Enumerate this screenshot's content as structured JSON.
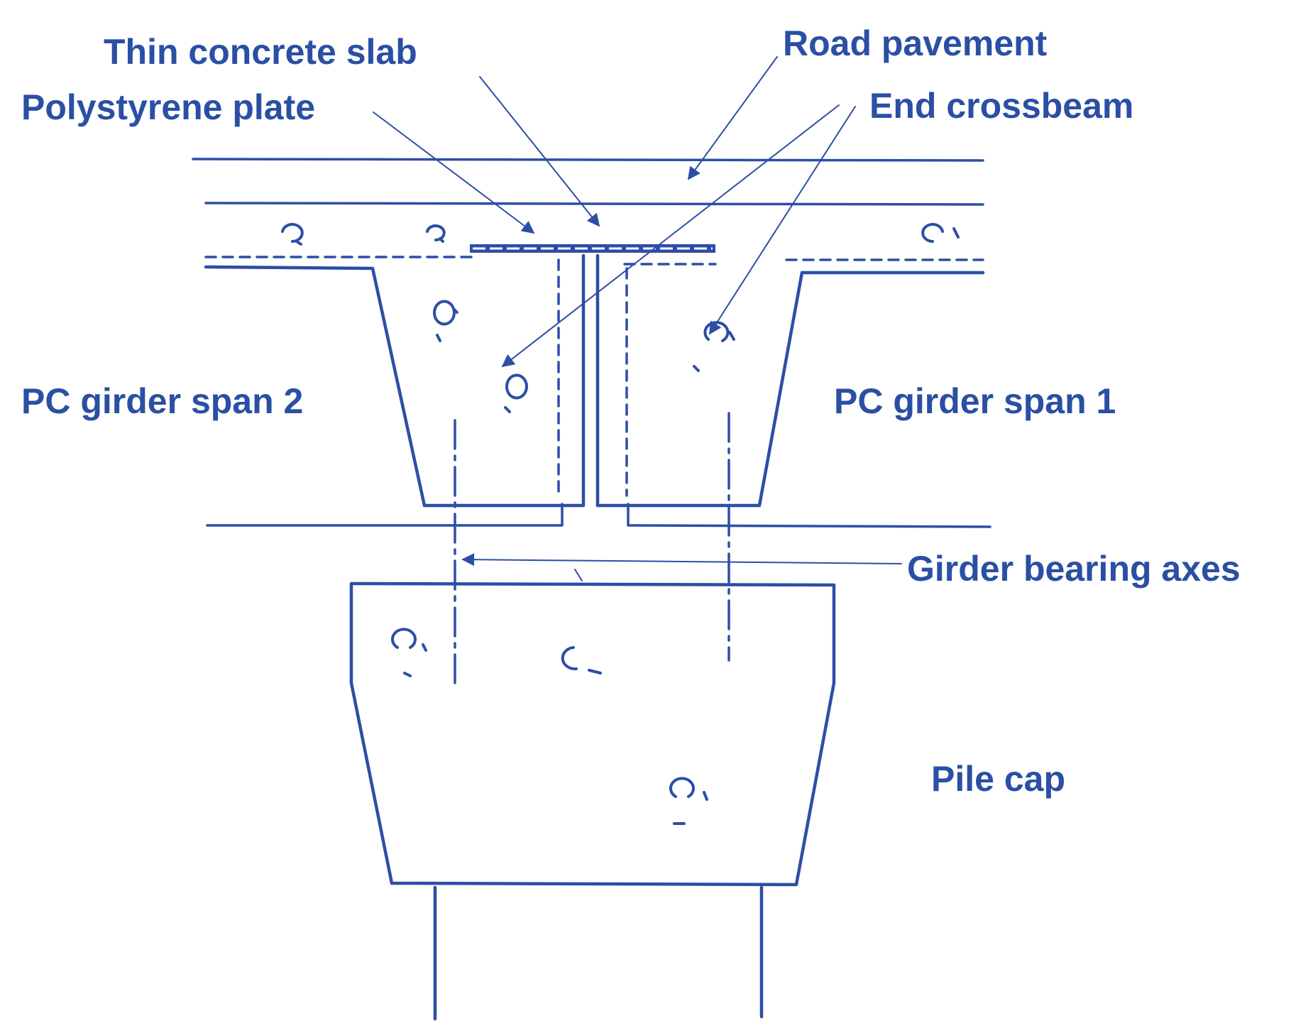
{
  "labels": {
    "thin_slab": "Thin concrete slab",
    "polystyrene": "Polystyrene plate",
    "road_pavement": "Road pavement",
    "end_crossbeam": "End crossbeam",
    "span2": "PC girder span 2",
    "span1": "PC girder span 1",
    "bearing_axes": "Girder bearing axes",
    "pile_cap": "Pile cap"
  },
  "colors": {
    "ink": "#2d4ea6",
    "text": "#2a4fa4",
    "background": "#ffffff"
  }
}
